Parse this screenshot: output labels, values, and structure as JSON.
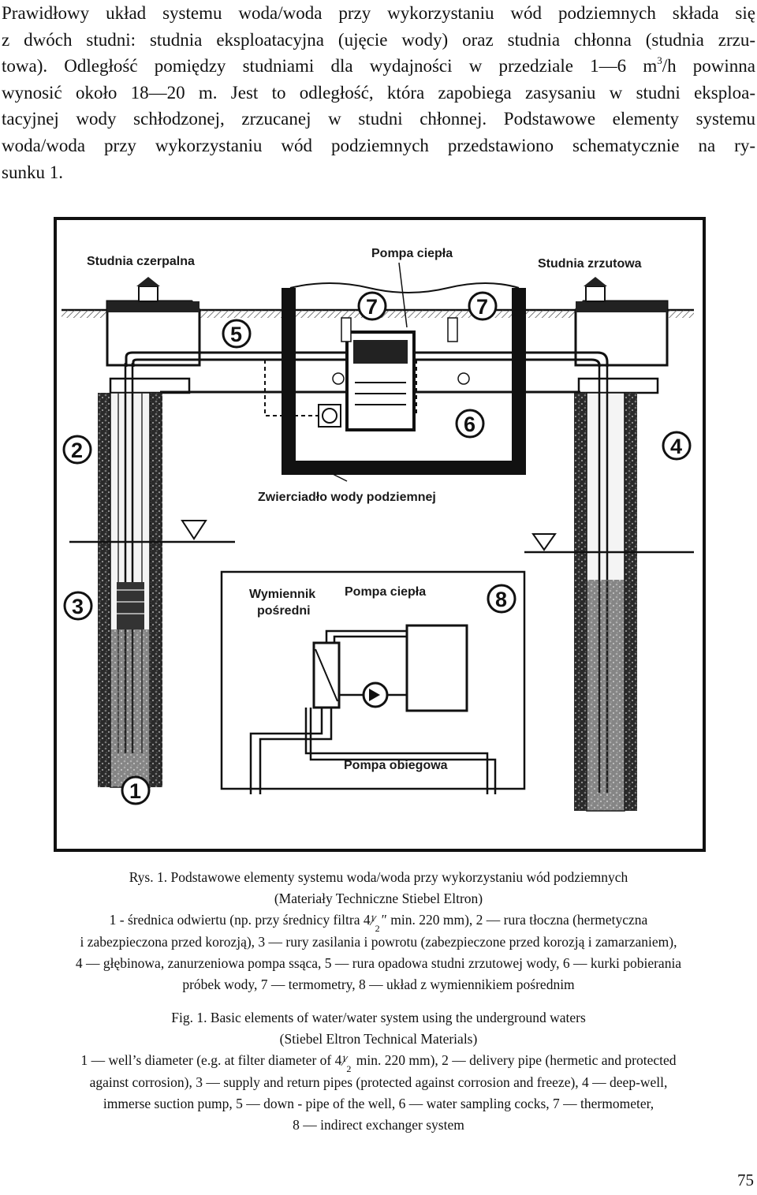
{
  "paragraph": {
    "lines": [
      "Prawidłowy układ systemu woda/woda przy wykorzystaniu wód podziemnych składa się",
      "z dwóch studni: studnia eksploatacyjna (ujęcie wody) oraz studnia chłonna (studnia zrzu-",
      "towa). Odległość pomiędzy studniami dla wydajności w przedziale 1—6 m",
      "wynosić około 18—20 m. Jest to odległość, która zapobiega zasysaniu w studni eksploa-",
      "tacyjnej wody schłodzonej, zrzucanej w studni chłonnej. Podstawowe elementy systemu",
      "woda/woda przy wykorzystaniu wód podziemnych przedstawiono schematycznie na ry-",
      "sunku 1."
    ],
    "line3_sup": "3",
    "line3_tail": "/h powinna"
  },
  "figure": {
    "labels": {
      "left_well": "Studnia czerpalna",
      "heat_pump": "Pompa ciepła",
      "right_well": "Studnia zrzutowa",
      "water_table": "Zwierciadło wody podziemnej",
      "exchanger_line1": "Wymiennik",
      "exchanger_line2": "pośredni",
      "inset_pump": "Pompa ciepła",
      "circ_pump": "Pompa obiegowa"
    },
    "markers": [
      "1",
      "2",
      "3",
      "4",
      "5",
      "6",
      "7",
      "7",
      "8"
    ]
  },
  "caption_pl": {
    "title": "Rys. 1. Podstawowe elementy systemu woda/woda przy wykorzystaniu wód podziemnych",
    "source": "(Materiały Techniczne Stiebel Eltron)",
    "l1_pre": "1 - średnica odwiertu (np. przy średnicy filtra 4",
    "l1_post": "″ min. 220 mm), 2 — rura tłoczna (hermetyczna",
    "l2": "i zabezpieczona przed korozją), 3 — rury zasilania i powrotu (zabezpieczone przed korozją i zamarzaniem),",
    "l3": "4 — głębinowa, zanurzeniowa pompa ssąca, 5 — rura opadowa studni zrzutowej wody, 6 — kurki pobierania",
    "l4": "próbek wody, 7 — termometry, 8 — układ z wymiennikiem pośrednim"
  },
  "caption_en": {
    "title": "Fig. 1. Basic elements of water/water system using the underground waters",
    "source": "(Stiebel Eltron Technical Materials)",
    "l1_pre": "1 — well’s diameter (e.g. at filter diameter of 4",
    "l1_post": " min. 220 mm), 2 — delivery pipe (hermetic and protected",
    "l2": "against corrosion), 3 — supply and return pipes (protected against corrosion and freeze), 4 — deep-well,",
    "l3": "immerse suction pump, 5 — down - pipe of the well, 6 — water sampling cocks, 7 — thermometer,",
    "l4": "8 — indirect exchanger system"
  },
  "fraction": {
    "num": "1",
    "den": "2",
    "slash": "⁄"
  },
  "page_number": "75"
}
